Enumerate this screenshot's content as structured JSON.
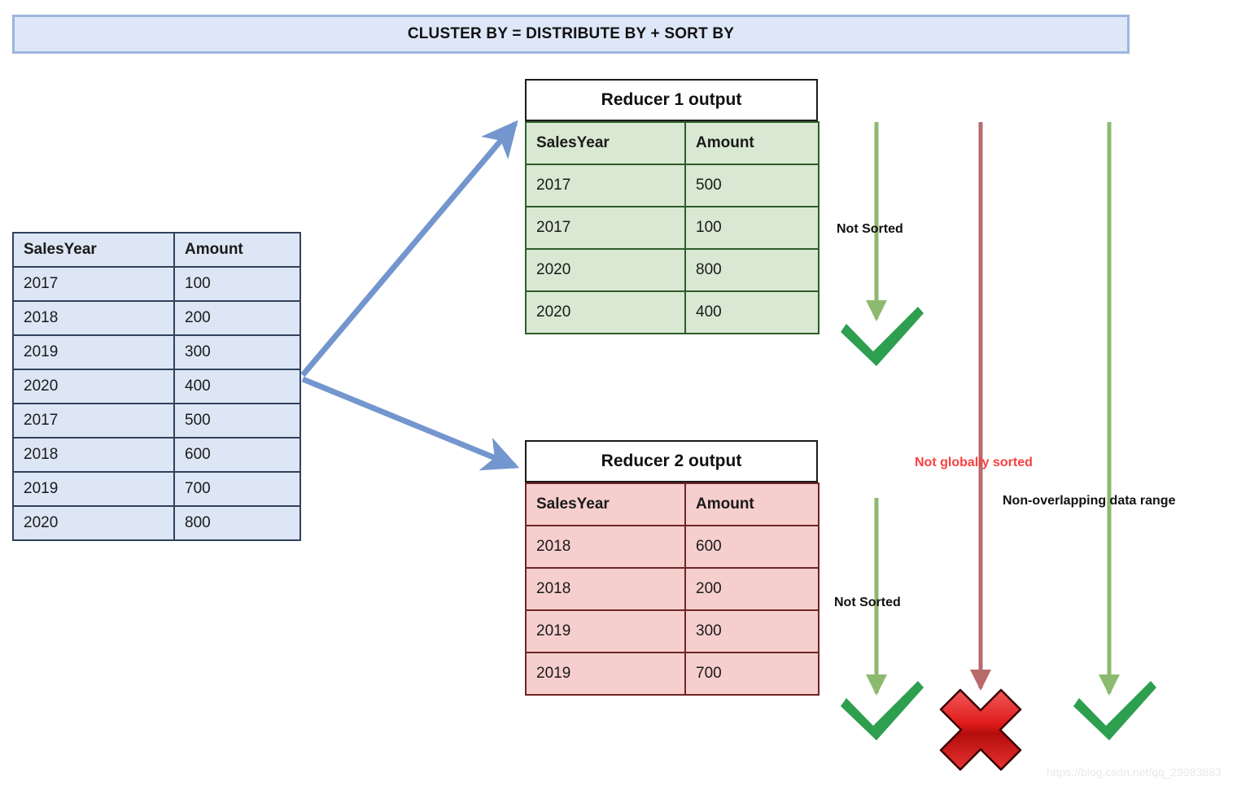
{
  "banner": {
    "title": "CLUSTER BY = DISTRIBUTE BY + SORT BY"
  },
  "input_table": {
    "name": "input-table",
    "columns": [
      "SalesYear",
      "Amount"
    ],
    "rows": [
      [
        "2017",
        "100"
      ],
      [
        "2018",
        "200"
      ],
      [
        "2019",
        "300"
      ],
      [
        "2020",
        "400"
      ],
      [
        "2017",
        "500"
      ],
      [
        "2018",
        "600"
      ],
      [
        "2019",
        "700"
      ],
      [
        "2020",
        "800"
      ]
    ]
  },
  "reducer1": {
    "title": "Reducer 1 output",
    "columns": [
      "SalesYear",
      "Amount"
    ],
    "rows": [
      [
        "2017",
        "500"
      ],
      [
        "2017",
        "100"
      ],
      [
        "2020",
        "800"
      ],
      [
        "2020",
        "400"
      ]
    ],
    "fill_color": "#d8e8d2",
    "border_color": "#2f5b2c"
  },
  "reducer2": {
    "title": "Reducer 2 output",
    "columns": [
      "SalesYear",
      "Amount"
    ],
    "rows": [
      [
        "2018",
        "600"
      ],
      [
        "2018",
        "200"
      ],
      [
        "2019",
        "300"
      ],
      [
        "2019",
        "700"
      ]
    ],
    "fill_color": "#f7cece",
    "border_color": "#6d2525"
  },
  "annotations": {
    "not_sorted_top": "Not Sorted",
    "not_sorted_bottom": "Not Sorted",
    "not_globally_sorted": "Not globally sorted",
    "non_overlapping": "Non-overlapping data range",
    "not_globally_sorted_color": "#fc4040"
  },
  "verdicts": {
    "top_left": "check",
    "bottom_left": "check",
    "bottom_middle": "cross",
    "bottom_right": "check"
  },
  "colors": {
    "banner_fill": "#dde7f8",
    "banner_border": "#9cb6dd",
    "input_fill": "#dce6f5",
    "input_border": "#31415c",
    "arrow_blue": "#7396ce",
    "line_green": "#7cb063",
    "line_red": "#b25252",
    "check_green": "#2e9e4f",
    "cross_red": "#e01b1b"
  },
  "watermark": {
    "text": "https://blog.csdn.net/qq_29983883"
  }
}
